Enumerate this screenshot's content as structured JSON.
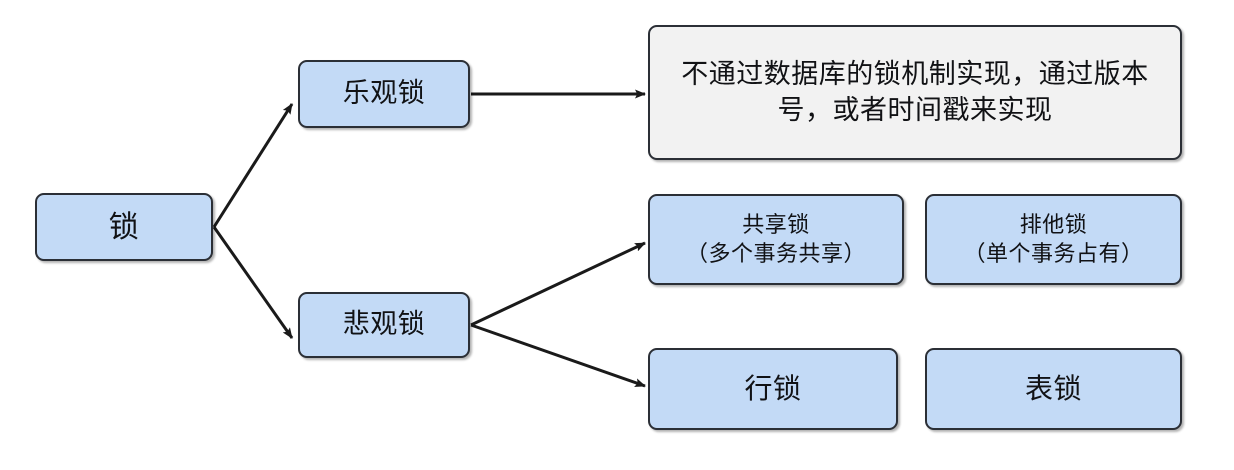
{
  "diagram": {
    "type": "tree-flowchart",
    "title": "",
    "nodes": [
      {
        "id": "root",
        "label": "锁",
        "shape": "rounded-rect",
        "fill": "#c3daf6",
        "stroke": "#2b2f36"
      },
      {
        "id": "optimistic",
        "label": "乐观锁",
        "shape": "rounded-rect",
        "fill": "#c3daf6",
        "stroke": "#2b2f36"
      },
      {
        "id": "pessimistic",
        "label": "悲观锁",
        "shape": "rounded-rect",
        "fill": "#c3daf6",
        "stroke": "#2b2f36"
      },
      {
        "id": "optimistic-desc",
        "label": "不通过数据库的锁机制实现，通过版本号，或者时间戳来实现",
        "shape": "rounded-rect",
        "fill": "#f2f2f2",
        "stroke": "#2b2f36"
      },
      {
        "id": "shared",
        "label": "共享锁\n（多个事务共享）",
        "shape": "rounded-rect",
        "fill": "#c3daf6",
        "stroke": "#2b2f36"
      },
      {
        "id": "exclusive",
        "label": "排他锁\n（单个事务占有）",
        "shape": "rounded-rect",
        "fill": "#c3daf6",
        "stroke": "#2b2f36"
      },
      {
        "id": "row-lock",
        "label": "行锁",
        "shape": "rounded-rect",
        "fill": "#c3daf6",
        "stroke": "#2b2f36"
      },
      {
        "id": "table-lock",
        "label": "表锁",
        "shape": "rounded-rect",
        "fill": "#c3daf6",
        "stroke": "#2b2f36"
      }
    ],
    "edges": [
      {
        "id": "root-to-optimistic",
        "from": "root",
        "to": "optimistic",
        "arrow": "end"
      },
      {
        "id": "root-to-pessimistic",
        "from": "root",
        "to": "pessimistic",
        "arrow": "end"
      },
      {
        "id": "optimistic-to-desc",
        "from": "optimistic",
        "to": "optimistic-desc",
        "arrow": "end"
      },
      {
        "id": "pessimistic-to-shared",
        "from": "pessimistic",
        "to": "shared",
        "arrow": "end"
      },
      {
        "id": "pessimistic-to-row-lock",
        "from": "pessimistic",
        "to": "row-lock",
        "arrow": "end"
      }
    ],
    "colors": {
      "node_blue": "#c3daf6",
      "node_gray": "#f2f2f2",
      "border": "#2b2f36",
      "edge": "#1a1a1a",
      "background": "#ffffff",
      "text": "#111215"
    }
  }
}
